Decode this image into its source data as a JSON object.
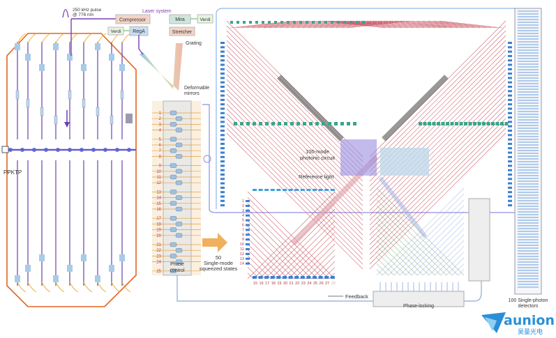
{
  "laser": {
    "pulse_label_1": "250 kHz pulse",
    "pulse_label_2": "@ 776 nm",
    "title": "Laser system",
    "compressor": "Compressor",
    "rega": "RegA",
    "verdi_left": "Verdi",
    "mira": "Mira",
    "verdi_right": "Verdi",
    "stretcher": "Stretcher",
    "grating": "Grating",
    "deformable_1": "Deformable",
    "deformable_2": "mirrors"
  },
  "source": {
    "ppktp": "PPKTP"
  },
  "phase_control": {
    "numbers": [
      "1",
      "2",
      "3",
      "4",
      "5",
      "6",
      "7",
      "8",
      "9",
      "10",
      "11",
      "12",
      "13",
      "14",
      "15",
      "16",
      "17",
      "18",
      "19",
      "20",
      "21",
      "22",
      "23",
      "24",
      "25"
    ],
    "label_1": "Phase",
    "label_2": "control"
  },
  "squeezed": {
    "count": "50",
    "label_1": "Single-mode",
    "label_2": "squeezed states"
  },
  "circuit": {
    "label_1": "100-mode",
    "label_2": "photonic circuit",
    "reference": "Reference light",
    "left_numbers": [
      "1",
      "2",
      "3",
      "4",
      "5",
      "6",
      "7",
      "8",
      "9",
      "10",
      "11",
      "12",
      "13",
      "14"
    ],
    "bottom_numbers": [
      "15",
      "16",
      "17",
      "18",
      "19",
      "20",
      "21",
      "22",
      "23",
      "24",
      "25",
      "26",
      "27",
      "28"
    ]
  },
  "feedback": "Feedback",
  "phase_locking": "Phase-locking",
  "detectors": {
    "label_1": "100 Single-photon",
    "label_2": "detectors"
  },
  "logo": {
    "name": "aunion",
    "subtitle": "昊量光电"
  },
  "colors": {
    "laser_purple": "#7a3fb0",
    "source_orange": "#e2651f",
    "interferometer_red": "#c0404e",
    "detector_blue": "#3b7fd0",
    "logo_blue": "#2a8fd8"
  }
}
